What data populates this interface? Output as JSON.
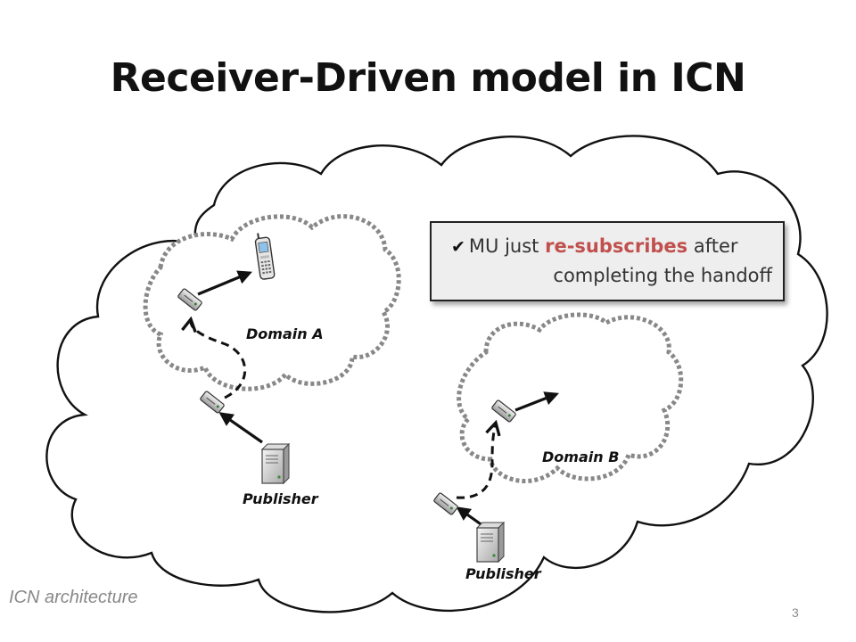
{
  "slide": {
    "title": "Receiver-Driven model in ICN",
    "callout": {
      "prefix": "MU just ",
      "highlight": "re-subscribes",
      "suffix": " after",
      "line2": "completing the handoff",
      "accent_color": "#c0504d"
    },
    "domain_a_label": "Domain A",
    "domain_b_label": "Domain B",
    "publisher_a_label": "Publisher",
    "publisher_b_label": "Publisher",
    "architecture_label": "ICN architecture",
    "page_number": "3"
  },
  "icons": {
    "router": "router-icon",
    "phone": "mobile-phone-icon",
    "server": "server-icon",
    "check": "checkmark-icon"
  }
}
